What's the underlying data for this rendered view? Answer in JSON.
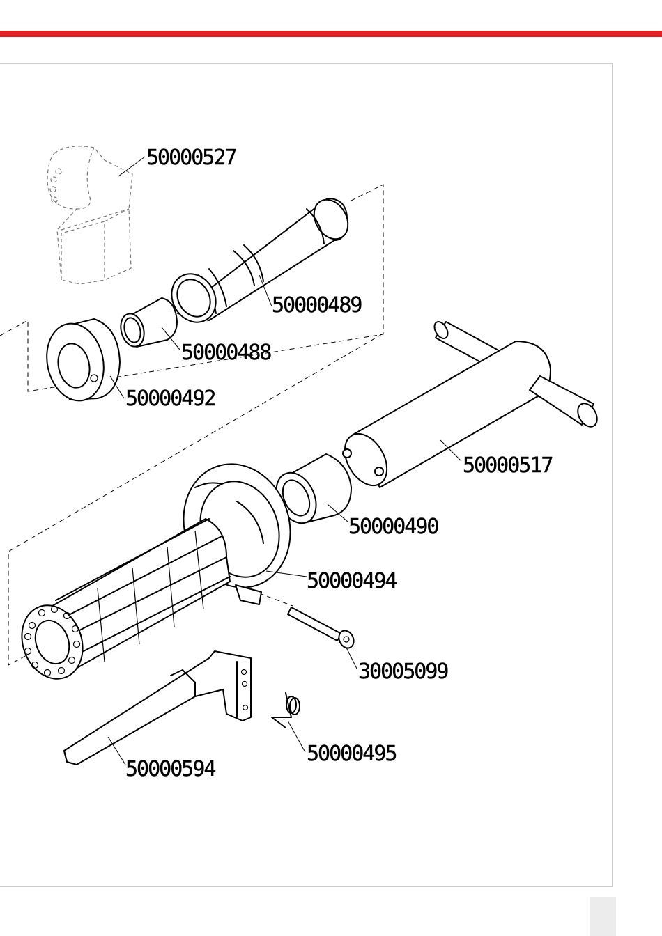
{
  "colors": {
    "accent_bar": "#e3202a",
    "frame_border": "#cccccc",
    "page_tab": "#ececec",
    "ink": "#000000"
  },
  "parts": [
    {
      "id": "50000527"
    },
    {
      "id": "50000489"
    },
    {
      "id": "50000488"
    },
    {
      "id": "50000492"
    },
    {
      "id": "50000517"
    },
    {
      "id": "50000490"
    },
    {
      "id": "50000494"
    },
    {
      "id": "30005099"
    },
    {
      "id": "50000495"
    },
    {
      "id": "50000594"
    }
  ]
}
